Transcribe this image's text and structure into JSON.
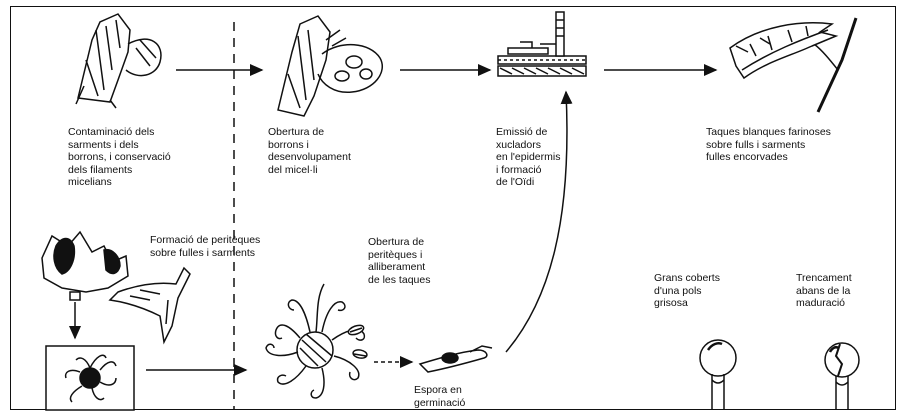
{
  "labels": {
    "contamination": "Contaminació dels\nsarments i dels\nborrons, i conservació\ndels filaments\nmicelians",
    "bud_opening": "Obertura de\nborrons i\ndesenvolupament\ndel micel·li",
    "sucker_emission": "Emissió de\nxucladors\nen l'epidermis\ni formació\nde l'Oïdi",
    "white_spots": "Taques blanques farinoses\nsobre fulls i sarments\nfulles encorvades",
    "perithecia_formation": "Formació de peritèques\nsobre fulles i sarments",
    "perithecia_opening": "Obertura de\nperitèques i\nalliberament\nde les taques",
    "germinating_spore": "Espora en\ngerminació",
    "dusty_grains": "Grans coberts\nd'una pols\ngrisosa",
    "cracking": "Trencament\nabans de la\nmaduració"
  },
  "colors": {
    "ink": "#111111",
    "paper": "#ffffff"
  }
}
